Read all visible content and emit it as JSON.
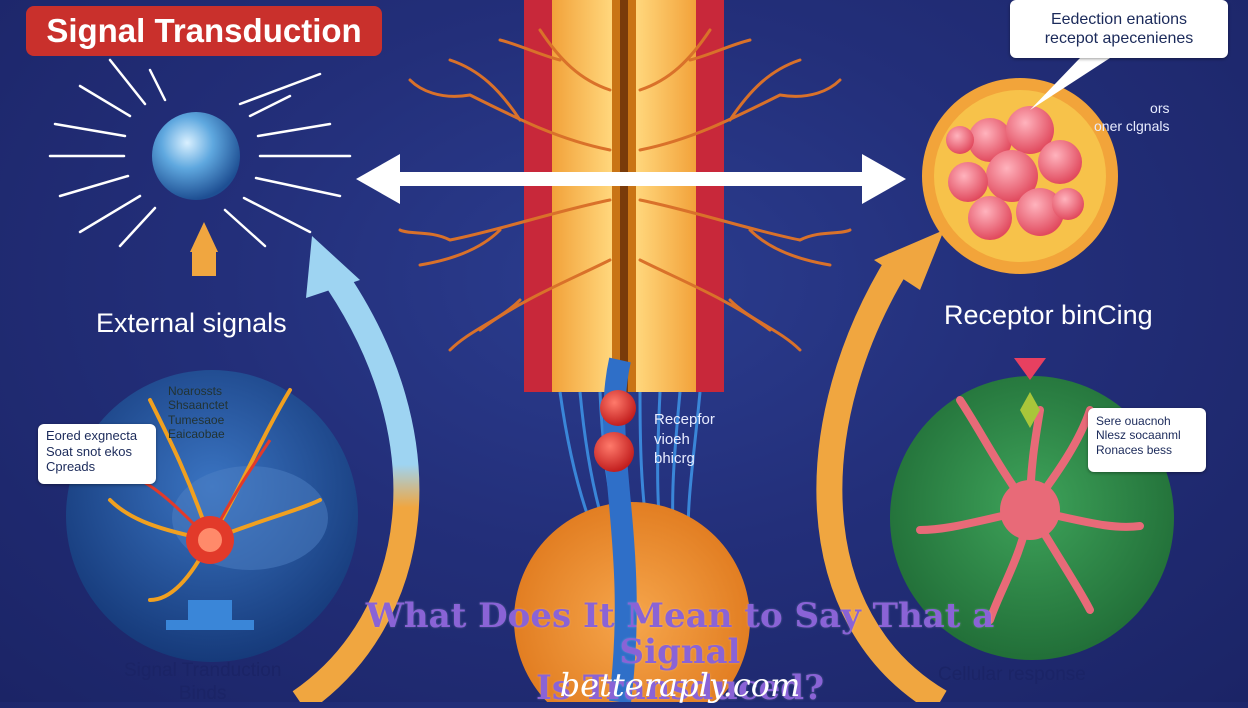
{
  "title": "Signal Transduction",
  "callout_top": [
    "Eedection enations",
    "recepot apecenienes"
  ],
  "side_note": [
    "ors",
    "oner clgnals"
  ],
  "external_label": "External signals",
  "receptor_label": "Receptor binCing",
  "mid_label": [
    "Recepfor",
    "vioeh",
    "bhicrg"
  ],
  "inset_text": [
    "Noarossts",
    "Shsaanctet",
    "Tumesaoe",
    "Eaicaobae"
  ],
  "callout_left": [
    "Eored exgnecta",
    "Soat snot ekos",
    "Cpreads"
  ],
  "callout_right": [
    "Sere ouacnoh",
    "Nlesz socaanml",
    "Ronaces bess"
  ],
  "bottom_left_label": [
    "Signal Tranduction",
    "Binds"
  ],
  "cellular_label": "Cellular response",
  "overlay_title": [
    "What Does It Mean to Say That a Signal",
    "Is Transduced?"
  ],
  "watermark": "betteraply.com",
  "colors": {
    "title_bg": "#c9302c",
    "background": "#232f7a",
    "arrow_left": "#9ed4f2",
    "arrow_right": "#f0a640",
    "overlay_title": "#8a63d6",
    "tube_red": "#c8283a",
    "tube_orange": "#f3a13b",
    "cell_green": "#2f8a45"
  }
}
